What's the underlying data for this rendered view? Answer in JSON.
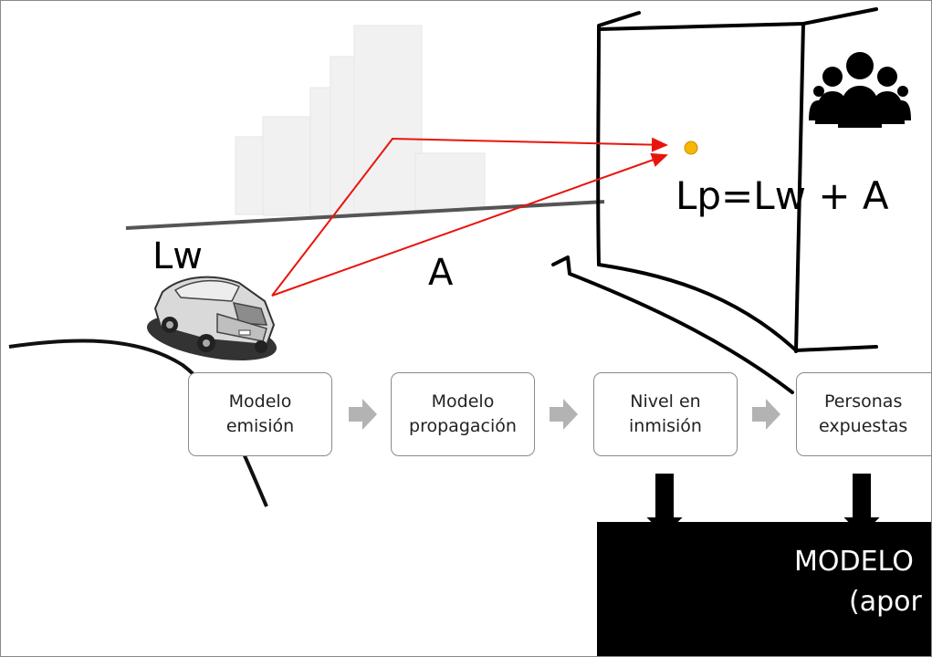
{
  "labels": {
    "source_level": "Lw",
    "attenuation": "A",
    "formula": "Lp=Lw + A"
  },
  "flow": {
    "steps": [
      {
        "line1": "Modelo",
        "line2": "emisión"
      },
      {
        "line1": "Modelo",
        "line2": "propagación"
      },
      {
        "line1": "Nivel en",
        "line2": "inmisión"
      },
      {
        "line1": "Personas",
        "line2": "expuestas"
      }
    ]
  },
  "footer_box": {
    "line1": "MODELO",
    "line2": "(apor"
  },
  "colors": {
    "ray": "#e8150c",
    "receiver_dot": "#f5b800",
    "flow_arrow": "#b3b3b3",
    "skyline": "#efefef"
  },
  "icons": [
    "car-icon",
    "people-group-icon",
    "receiver-point-icon"
  ]
}
